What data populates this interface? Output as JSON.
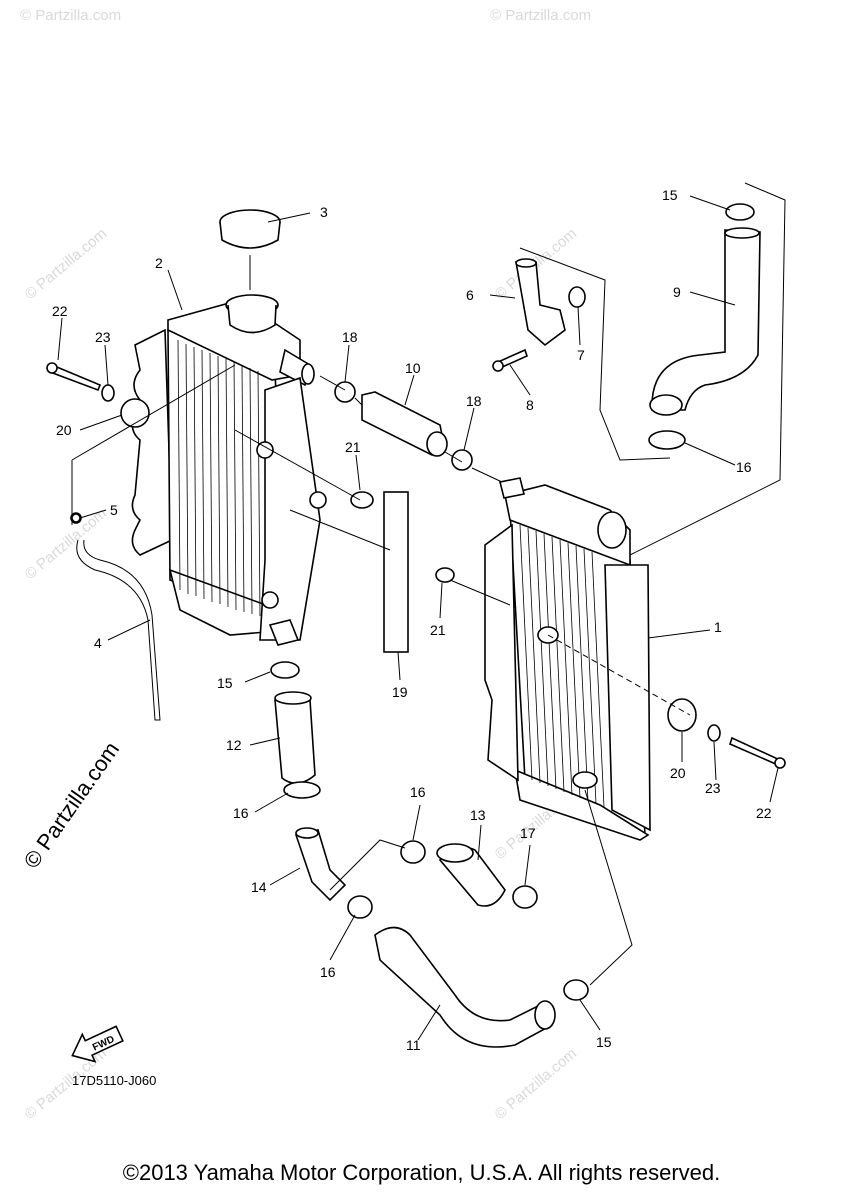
{
  "diagram": {
    "drawing_code": "17D5110-J060",
    "fwd_label": "FWD",
    "watermark": "© Partzilla.com",
    "copyright": "©2013 Yamaha Motor Corporation, U.S.A. All rights reserved.",
    "callouts": [
      "1",
      "2",
      "3",
      "4",
      "5",
      "6",
      "7",
      "8",
      "9",
      "10",
      "11",
      "12",
      "13",
      "14",
      "15",
      "15",
      "15",
      "16",
      "16",
      "16",
      "16",
      "17",
      "18",
      "18",
      "19",
      "20",
      "20",
      "21",
      "21",
      "22",
      "22",
      "23",
      "23"
    ]
  }
}
